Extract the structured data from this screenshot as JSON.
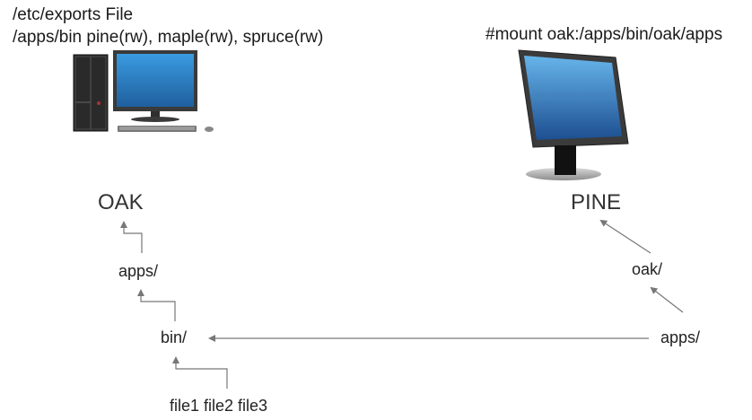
{
  "server": {
    "exports_title": "/etc/exports File",
    "exports_line": "/apps/bin pine(rw), maple(rw), spruce(rw)",
    "name": "OAK",
    "icon": "desktop-computer-icon",
    "tree": {
      "level1": "apps/",
      "level2": "bin/",
      "level3": "file1 file2 file3"
    }
  },
  "client": {
    "mount_command": "#mount oak:/apps/bin/oak/apps",
    "name": "PINE",
    "icon": "monitor-icon",
    "tree": {
      "level1": "oak/",
      "level2": "apps/"
    }
  },
  "colors": {
    "arrow": "#777777",
    "screen_top": "#3a9be0",
    "screen_bottom": "#1f5f9e"
  }
}
